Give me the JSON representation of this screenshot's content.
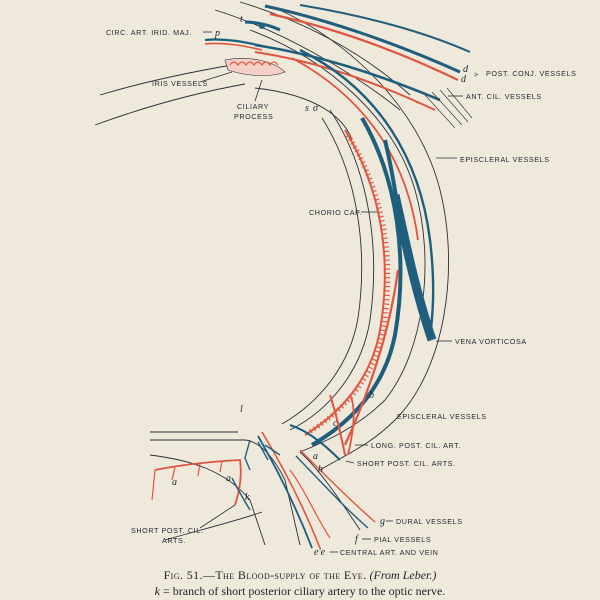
{
  "labels": {
    "circ_art": "CIRC. ART. IRID. MAJ.",
    "iris_vessels": "IRIS VESSELS",
    "ciliary_process": [
      "CILIARY",
      "PROCESS"
    ],
    "post_conj": "POST. CONJ. VESSELS",
    "ant_cil": "ANT. CIL. VESSELS",
    "episcleral_top": "EPISCLERAL VESSELS",
    "chorio_cap": "CHORIO CAP.",
    "vena_vorticosa": "VENA VORTICOSA",
    "episcleral_bottom": "EPISCLERAL VESSELS",
    "long_post_cil": "LONG. POST. CIL. ART.",
    "short_post_cil_right": "SHORT POST. CIL. ARTS.",
    "short_post_cil_left": [
      "SHORT POST. CIL.",
      "ARTS."
    ],
    "dural_vessels": "DURAL VESSELS",
    "pial_vessels": "PIAL VESSELS",
    "central_art_vein": "CENTRAL ART. AND VEIN"
  },
  "letters": {
    "t": "t",
    "p": "p",
    "s": "s",
    "o": "σ",
    "d1": "d",
    "d2": "d",
    "l": "l",
    "a1": "a",
    "a2": "a",
    "a3": "a",
    "k": "k",
    "h": "h",
    "b": "b",
    "c": "c",
    "g": "g",
    "f": "f",
    "e": "e'e"
  },
  "caption": {
    "fig_label": "Fig. 51.—The Blood-supply of the Eye.",
    "source": "(From Leber.)",
    "key_letter": "k",
    "key_text": " = branch of short posterior ciliary artery to the optic nerve."
  },
  "colors": {
    "artery": "#e0553f",
    "vein": "#1f5f7d",
    "ink": "#2a2f38",
    "paper": "#efe9dc"
  }
}
